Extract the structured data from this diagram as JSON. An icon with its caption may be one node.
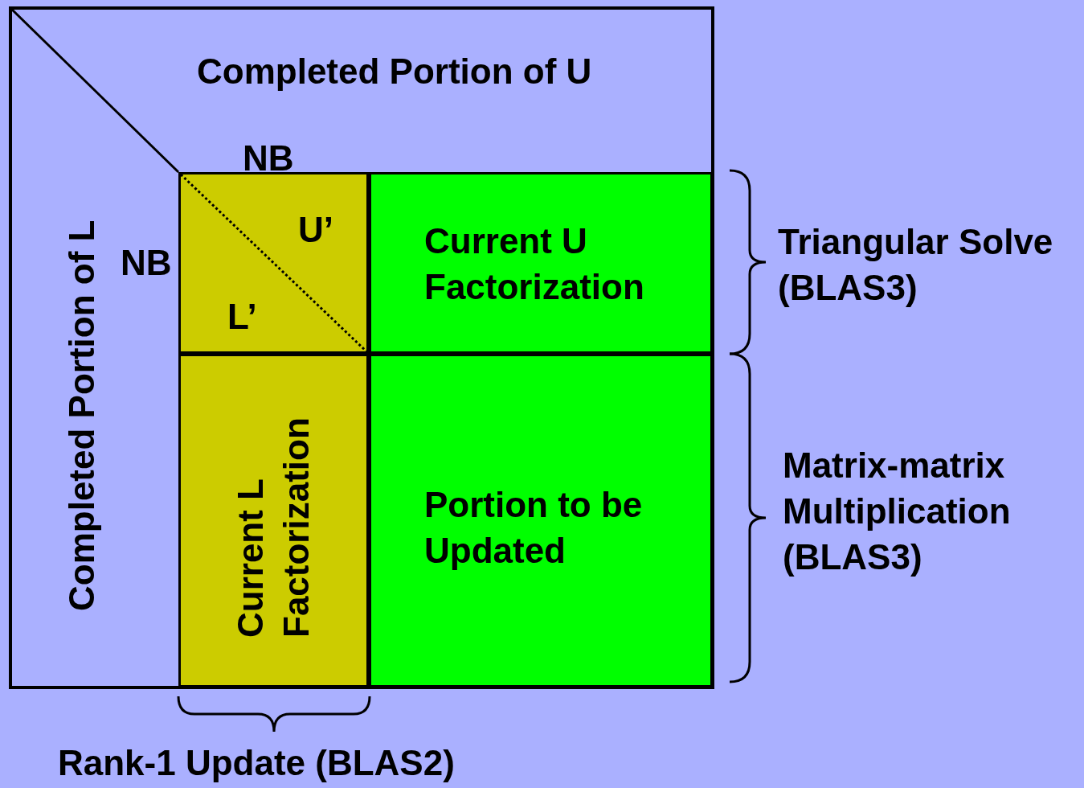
{
  "diagram": {
    "nodes": [
      {
        "text": [
          "Completed Portion of U"
        ]
      },
      {
        "text": [
          "Completed Portion of L"
        ]
      },
      {
        "text": [
          "U’",
          "L’"
        ]
      },
      {
        "text": [
          "Current U Factorization"
        ]
      },
      {
        "text": [
          "Current L Factorization"
        ]
      },
      {
        "text": [
          "Portion to be Updated"
        ]
      }
    ],
    "labels": [
      "NB",
      "NB",
      "Triangular Solve (BLAS3)",
      "Matrix-matrix Multiplication (BLAS3)",
      "Rank-1 Update (BLAS2)"
    ]
  }
}
